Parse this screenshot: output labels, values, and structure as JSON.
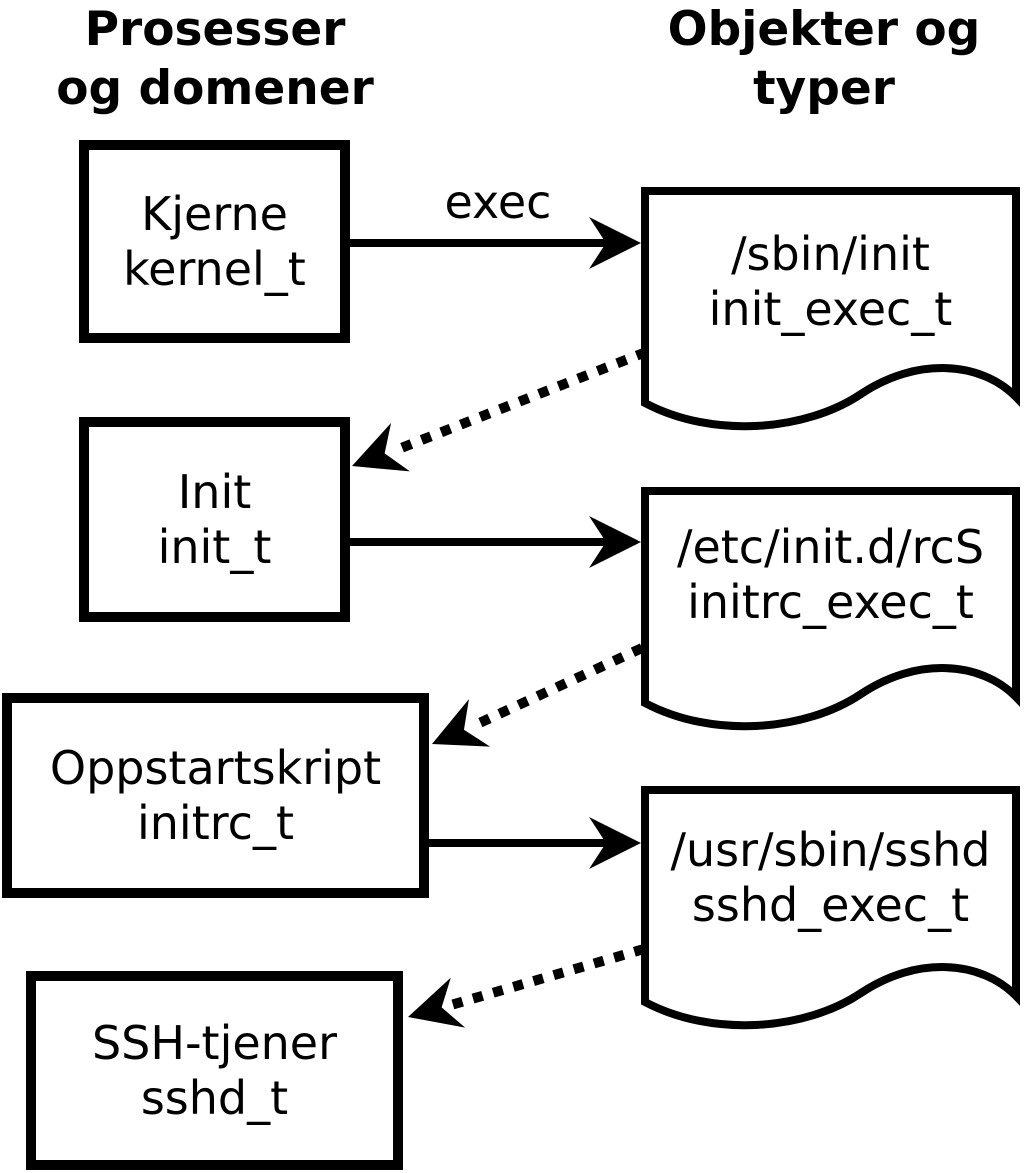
{
  "diagram": {
    "headers": {
      "left": {
        "line1": "Prosesser",
        "line2": "og domener"
      },
      "right": {
        "line1": "Objekter og",
        "line2": "typer"
      }
    },
    "process_nodes": [
      {
        "name": "Kjerne",
        "type": "kernel_t"
      },
      {
        "name": "Init",
        "type": "init_t"
      },
      {
        "name": "Oppstartskript",
        "type": "initrc_t"
      },
      {
        "name": "SSH-tjener",
        "type": "sshd_t"
      }
    ],
    "object_nodes": [
      {
        "path": "/sbin/init",
        "type": "init_exec_t"
      },
      {
        "path": "/etc/init.d/rcS",
        "type": "initrc_exec_t"
      },
      {
        "path": "/usr/sbin/sshd",
        "type": "sshd_exec_t"
      }
    ],
    "edge_labels": {
      "exec": "exec"
    },
    "colors": {
      "ink": "#000000",
      "background": "#ffffff"
    }
  }
}
